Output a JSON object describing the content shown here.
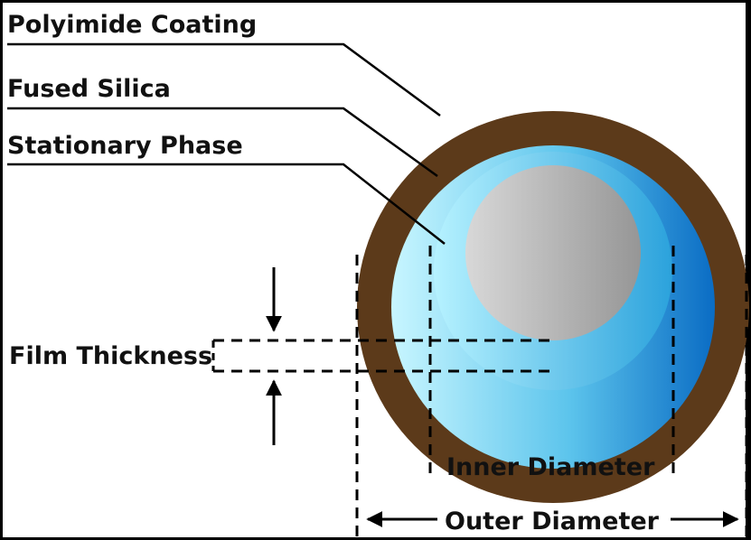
{
  "labels": {
    "polyimide_coating": "Polyimide Coating",
    "fused_silica": "Fused Silica",
    "stationary_phase": "Stationary Phase",
    "film_thickness": "Film Thickness",
    "inner_diameter": "Inner Diameter",
    "outer_diameter": "Outer Diameter"
  },
  "colors": {
    "frame": "#000000",
    "background": "#ffffff",
    "polyimide": "#5c3a1a",
    "silica_light": "#c8f6ff",
    "silica_dark": "#0a6cc4",
    "phase_light": "#a9ecfb",
    "phase_dark": "#2ba2dc",
    "core_light": "#d8d8d8",
    "core_dark": "#969696",
    "ink": "#000000"
  }
}
